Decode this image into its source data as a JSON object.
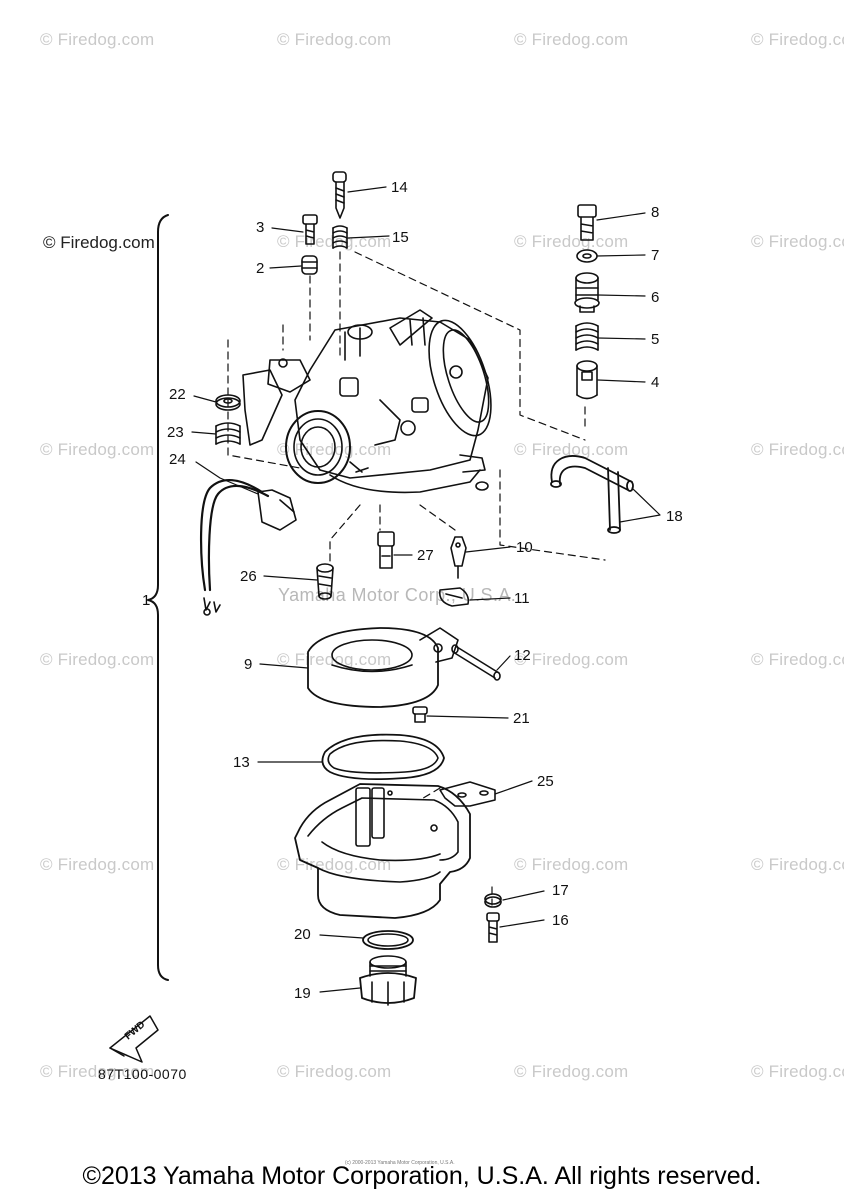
{
  "watermarks": {
    "firedog": "© Firedog.com",
    "firedog_top": "© Firedog.com",
    "yamaha": "Yamaha Motor Corp., U.S.A."
  },
  "callouts": {
    "c1": "1",
    "c2": "2",
    "c3": "3",
    "c4": "4",
    "c5": "5",
    "c6": "6",
    "c7": "7",
    "c8": "8",
    "c9": "9",
    "c10": "10",
    "c11": "11",
    "c12": "12",
    "c13": "13",
    "c14": "14",
    "c15": "15",
    "c16": "16",
    "c17": "17",
    "c18": "18",
    "c19": "19",
    "c20": "20",
    "c21": "21",
    "c22": "22",
    "c23": "23",
    "c24": "24",
    "c25": "25",
    "c26": "26",
    "c27": "27"
  },
  "fwd_label": "FWD",
  "part_number": "87T100-0070",
  "copyright": "©2013 Yamaha Motor Corporation, U.S.A. All rights reserved.",
  "tiny_notice": "(c) 2000-2013 Yamaha Motor Corporation, U.S.A.",
  "colors": {
    "ink": "#111111",
    "watermark": "#c9c9c9",
    "background": "#ffffff"
  }
}
